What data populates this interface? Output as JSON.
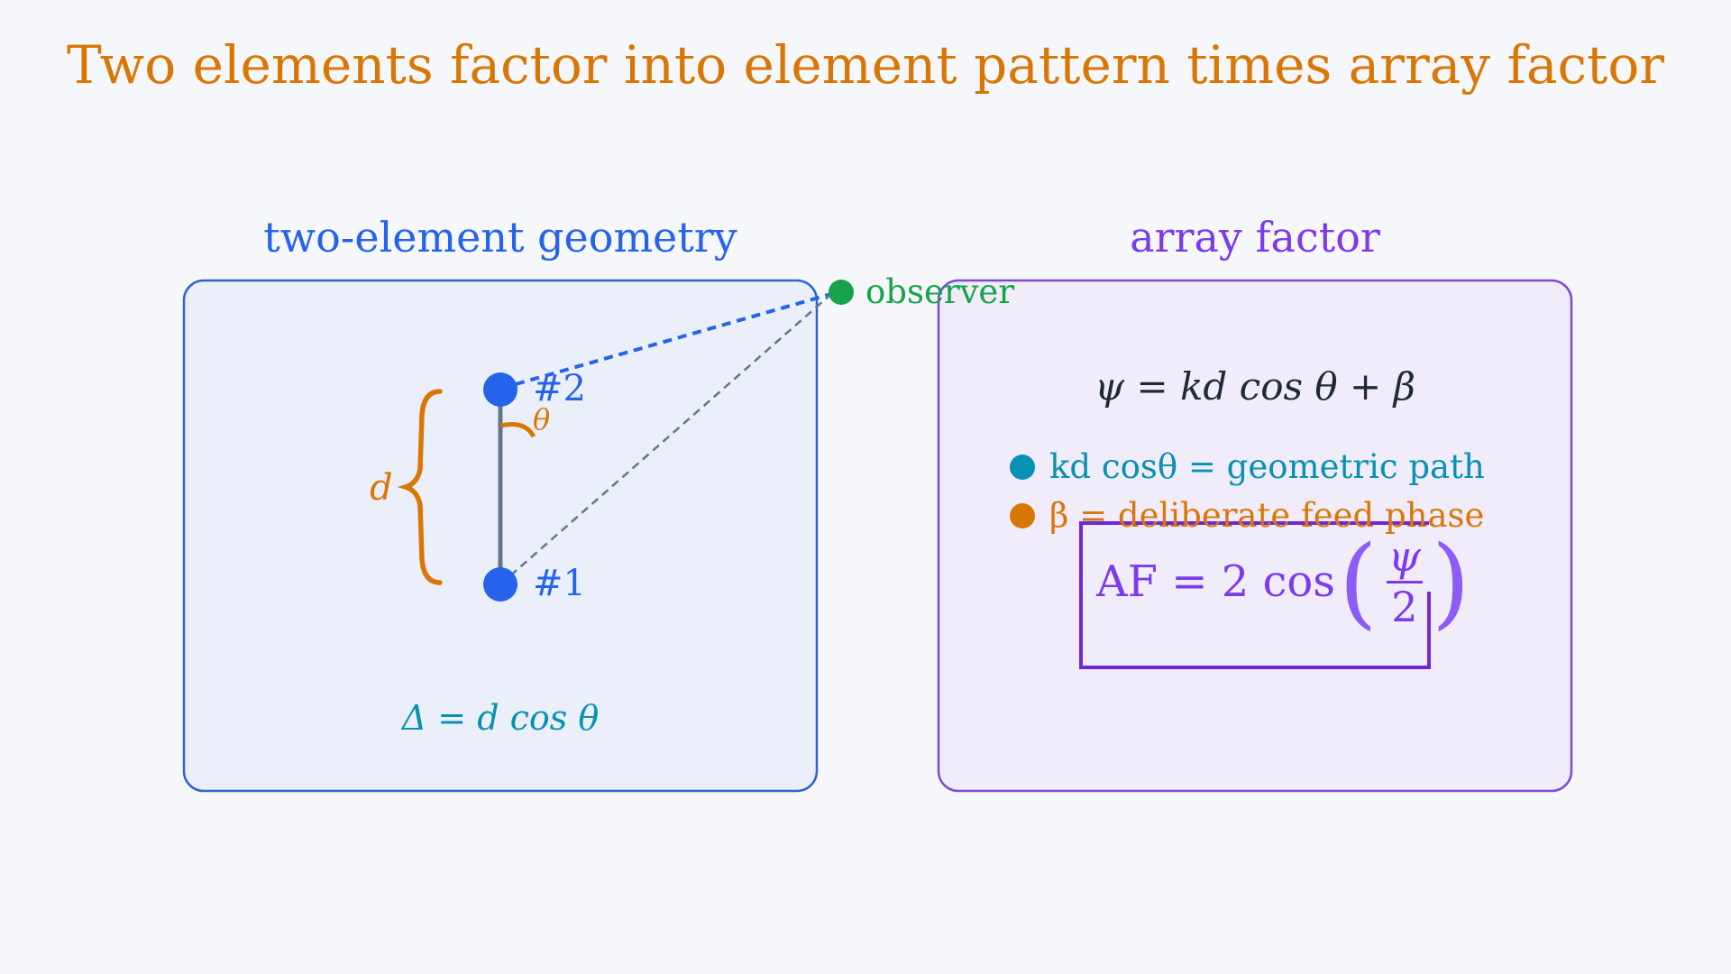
{
  "title": "Two elements factor into element pattern times array factor",
  "colors": {
    "title": "#d97706",
    "geometry": "#2563eb",
    "array_factor": "#7c3aed",
    "observer": "#16a34a",
    "geometric_path": "#0891b2",
    "feed_phase": "#d97706",
    "text_dark": "#1f2937",
    "element_bar": "#64748b"
  },
  "geometry_panel": {
    "title": "two-element geometry",
    "observer_label": "observer",
    "element_top_label": "#2",
    "element_bottom_label": "#1",
    "angle_label": "θ",
    "spacing_label": "d",
    "path_difference": "Δ = d cos θ"
  },
  "array_factor_panel": {
    "title": "array factor",
    "phase_equation": "ψ = kd cos θ + β",
    "legend": [
      {
        "text": "kd cosθ = geometric path",
        "color": "#0891b2"
      },
      {
        "text": "β = deliberate feed phase",
        "color": "#d97706"
      }
    ],
    "af_equation": {
      "lhs": "AF = 2 cos",
      "numerator": "ψ",
      "denominator": "2"
    }
  }
}
